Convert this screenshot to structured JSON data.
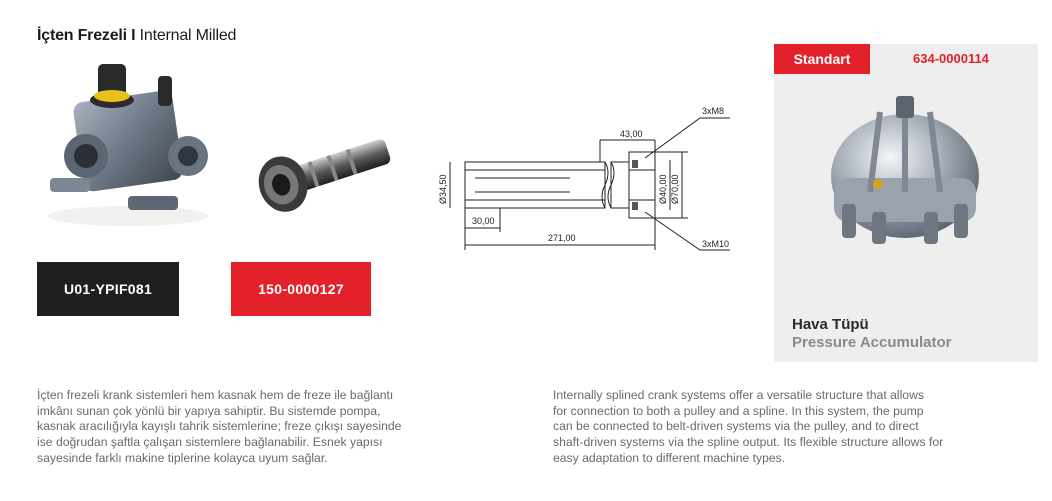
{
  "title": {
    "bold": "İçten Frezeli I",
    "light": "Internal Milled"
  },
  "codes": {
    "dark": "U01-YPIF081",
    "red": "150-0000127"
  },
  "drawing": {
    "top_thread": "3xM8",
    "bottom_thread": "3xM10",
    "dim_43": "43,00",
    "dim_3450": "Ø34,50",
    "dim_40": "Ø40,00",
    "dim_70": "Ø70,00",
    "dim_30": "30,00",
    "dim_271": "271,00"
  },
  "accumulator": {
    "badge": "Standart",
    "code": "634-0000114",
    "name_tr": "Hava Tüpü",
    "name_en": "Pressure Accumulator"
  },
  "description_tr": [
    "İçten frezeli krank sistemleri hem kasnak hem de freze ile bağlantı",
    "imkânı sunan çok yönlü bir yapıya sahiptir. Bu sistemde pompa,",
    "kasnak aracılığıyla kayışlı tahrik sistemlerine; freze çıkışı sayesinde",
    "ise doğrudan şaftla çalışan sistemlere bağlanabilir. Esnek yapısı",
    "sayesinde farklı makine tiplerine kolayca uyum sağlar."
  ],
  "description_en": [
    "Internally splined crank systems offer a versatile structure that allows",
    "for connection to both a pulley and a spline. In this system, the pump",
    "can be connected to belt-driven systems via the pulley, and to direct",
    "shaft-driven systems via the spline output. Its flexible structure allows for",
    "easy adaptation to different machine types."
  ],
  "colors": {
    "brand_red": "#e3212b",
    "dark": "#1f1f1f",
    "panel": "#eeeeee"
  }
}
